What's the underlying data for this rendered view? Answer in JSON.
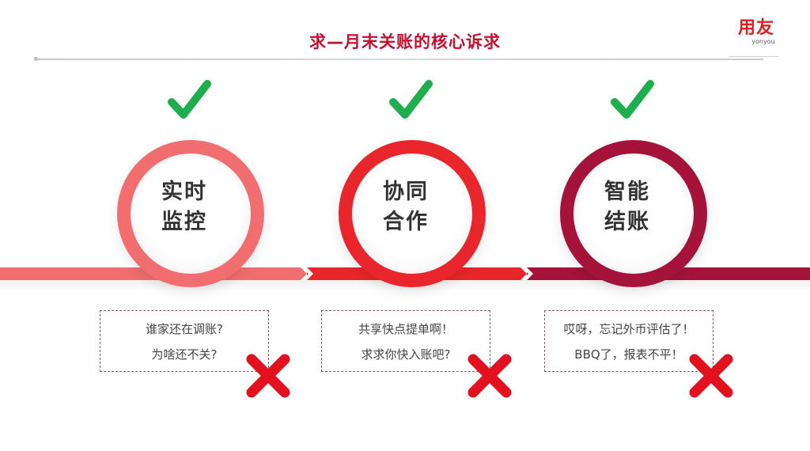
{
  "header": {
    "title": "求—月末关账的核心诉求",
    "logo_cn": "用友",
    "logo_en": "yonyou"
  },
  "colors": {
    "title": "#c8102e",
    "check": "#1fae4d",
    "cross": "#e3101e",
    "stage1": "#f26d70",
    "stage2": "#e8262c",
    "stage3": "#a5123a"
  },
  "stages": [
    {
      "label_line1": "实时",
      "label_line2": "监控",
      "status_icon": "check-icon",
      "note_line1": "谁家还在调账?",
      "note_line2": "为啥还不关?",
      "note_icon": "cross-icon"
    },
    {
      "label_line1": "协同",
      "label_line2": "合作",
      "status_icon": "check-icon",
      "note_line1": "共享快点提单啊！",
      "note_line2": "求求你快入账吧?",
      "note_icon": "cross-icon"
    },
    {
      "label_line1": "智能",
      "label_line2": "结账",
      "status_icon": "check-icon",
      "note_line1": "哎呀，忘记外币评估了！",
      "note_line2": "BBQ了，报表不平！",
      "note_icon": "cross-icon"
    }
  ]
}
